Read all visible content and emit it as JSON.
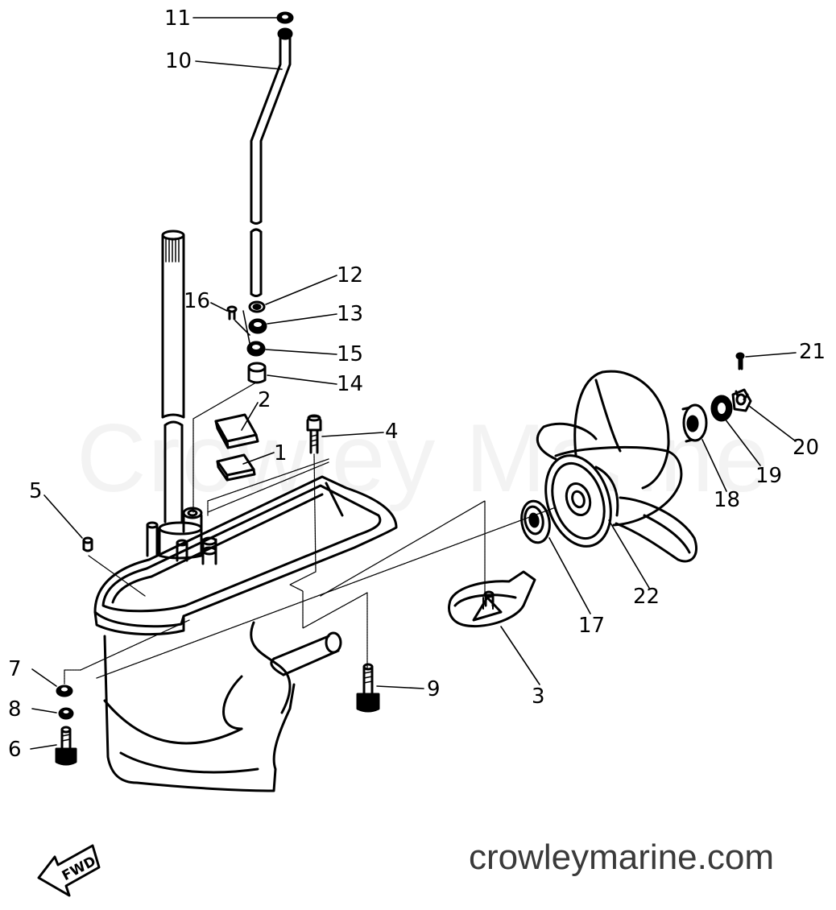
{
  "watermark": "Crowley Marine",
  "footer": {
    "url": "crowleymarine.com"
  },
  "fwd_label": "FWD",
  "callouts": [
    {
      "id": "1",
      "label": "1"
    },
    {
      "id": "2",
      "label": "2"
    },
    {
      "id": "3",
      "label": "3"
    },
    {
      "id": "4",
      "label": "4"
    },
    {
      "id": "5",
      "label": "5"
    },
    {
      "id": "6",
      "label": "6"
    },
    {
      "id": "7",
      "label": "7"
    },
    {
      "id": "8",
      "label": "8"
    },
    {
      "id": "9",
      "label": "9"
    },
    {
      "id": "10",
      "label": "10"
    },
    {
      "id": "11",
      "label": "11"
    },
    {
      "id": "12",
      "label": "12"
    },
    {
      "id": "13",
      "label": "13"
    },
    {
      "id": "14",
      "label": "14"
    },
    {
      "id": "15",
      "label": "15"
    },
    {
      "id": "16",
      "label": "16"
    },
    {
      "id": "17",
      "label": "17"
    },
    {
      "id": "18",
      "label": "18"
    },
    {
      "id": "19",
      "label": "19"
    },
    {
      "id": "20",
      "label": "20"
    },
    {
      "id": "21",
      "label": "21"
    },
    {
      "id": "22",
      "label": "22"
    }
  ]
}
